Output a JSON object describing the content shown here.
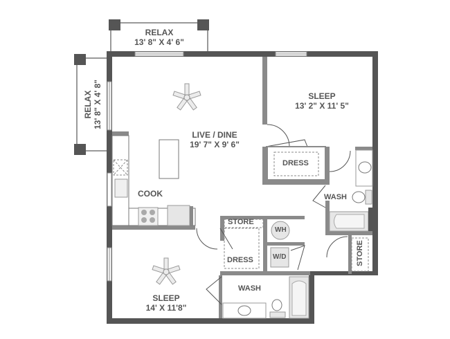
{
  "floorplan": {
    "colors": {
      "wall": "#555555",
      "interior_wall": "#8a8a8a",
      "fixture_fill": "#e6e6e6",
      "fixture_stroke": "#999999",
      "text": "#555555",
      "background": "#ffffff"
    },
    "rooms": {
      "relax_top": {
        "name": "RELAX",
        "dimensions": "13' 8\" X 4' 6\""
      },
      "relax_left": {
        "name": "RELAX",
        "dimensions": "13' 8\" X 4' 8\""
      },
      "live_dine": {
        "name": "LIVE / DINE",
        "dimensions": "19' 7\" X 9' 6\""
      },
      "sleep_main": {
        "name": "SLEEP",
        "dimensions": "13' 2\" X 11' 5\""
      },
      "sleep_second": {
        "name": "SLEEP",
        "dimensions": "14' X 11'8\""
      },
      "cook": {
        "name": "COOK"
      },
      "dress_main": {
        "name": "DRESS"
      },
      "dress_second": {
        "name": "DRESS"
      },
      "wash_main": {
        "name": "WASH"
      },
      "wash_second": {
        "name": "WASH"
      },
      "store_top": {
        "name": "STORE"
      },
      "store_right": {
        "name": "STORE"
      },
      "water_heater": {
        "name": "WH"
      },
      "washer_dryer": {
        "name": "W/D"
      }
    }
  }
}
